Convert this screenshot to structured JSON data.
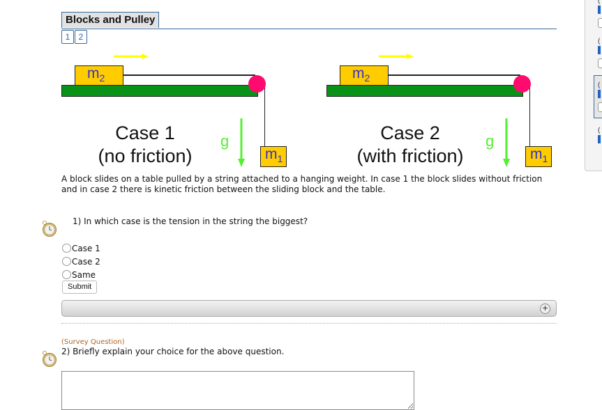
{
  "header": {
    "title": "Blocks and Pulley"
  },
  "pager": {
    "pages": [
      "1",
      "2"
    ]
  },
  "diagrams": [
    {
      "case_title": "Case 1",
      "case_subtitle": "(no friction)",
      "m_top": "m",
      "m_top_sub": "2",
      "m_hang": "m",
      "m_hang_sub": "1",
      "g": "g"
    },
    {
      "case_title": "Case 2",
      "case_subtitle": "(with friction)",
      "m_top": "m",
      "m_top_sub": "2",
      "m_hang": "m",
      "m_hang_sub": "1",
      "g": "g"
    }
  ],
  "colors": {
    "table": "#089318",
    "block": "#ffcc00",
    "pulley": "#ff0a6e",
    "motion_arrow": "#ffff00",
    "gravity_arrow": "#55ee33",
    "mass_label": "#3232c8",
    "accent": "#3a6a9a",
    "survey_tag": "#b0641e"
  },
  "description": "A block slides on a table pulled by a string attached to a hanging weight. In case 1 the block slides without friction and in case 2 there is kinetic friction between the sliding block and the table.",
  "question1": {
    "text": "1) In which case is the tension in the string the biggest?",
    "options": [
      "Case 1",
      "Case 2",
      "Same"
    ],
    "submit_label": "Submit",
    "expand_icon": "plus-icon"
  },
  "question2": {
    "tag": "(Survey Question)",
    "text": "2) Briefly explain your choice for the above question.",
    "answer_value": ""
  }
}
